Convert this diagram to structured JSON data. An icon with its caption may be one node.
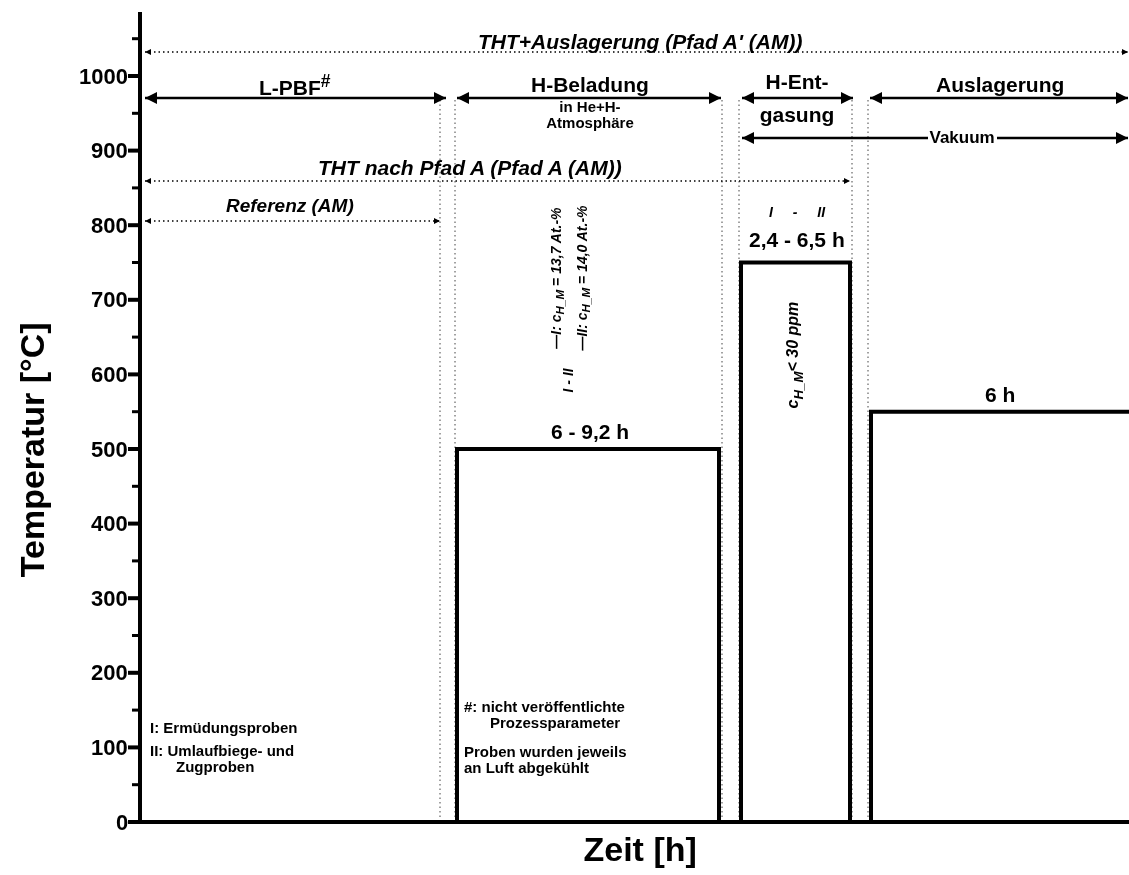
{
  "diagram": {
    "labels": [
      "THT+Auslagerung (Pfad A' (AM))",
      "L-PBF$^{#}$",
      "H-Beladung",
      "H-Ent- gasung",
      "Auslagerung",
      "in He+H- Atmosphäre",
      "Vakuum",
      "THT nach Pfad A (Pfad A (AM))",
      "Referenz (AM)",
      "—I: c$_{H_M}$ = 13,7 At.-%",
      "—II: c$_{H_M}$ = 14,0 At.-%",
      "I - II",
      "I - II",
      "2,4 - 6,5 h",
      "c$_{H_M}$< 30 ppm",
      "6 - 9,2 h",
      "6 h",
      "I: Ermüdungsproben",
      "II: Umlaufbiege- und Zugproben",
      "#: nicht veröffentlichte Prozessparameter",
      "Proben wurden jeweils an Luft abgekühlt",
      "Temperatur [°C]",
      "Zeit [h]",
      "1000",
      "900",
      "800",
      "700",
      "600",
      "500",
      "400",
      "300",
      "200",
      "100",
      "0"
    ]
  }
}
